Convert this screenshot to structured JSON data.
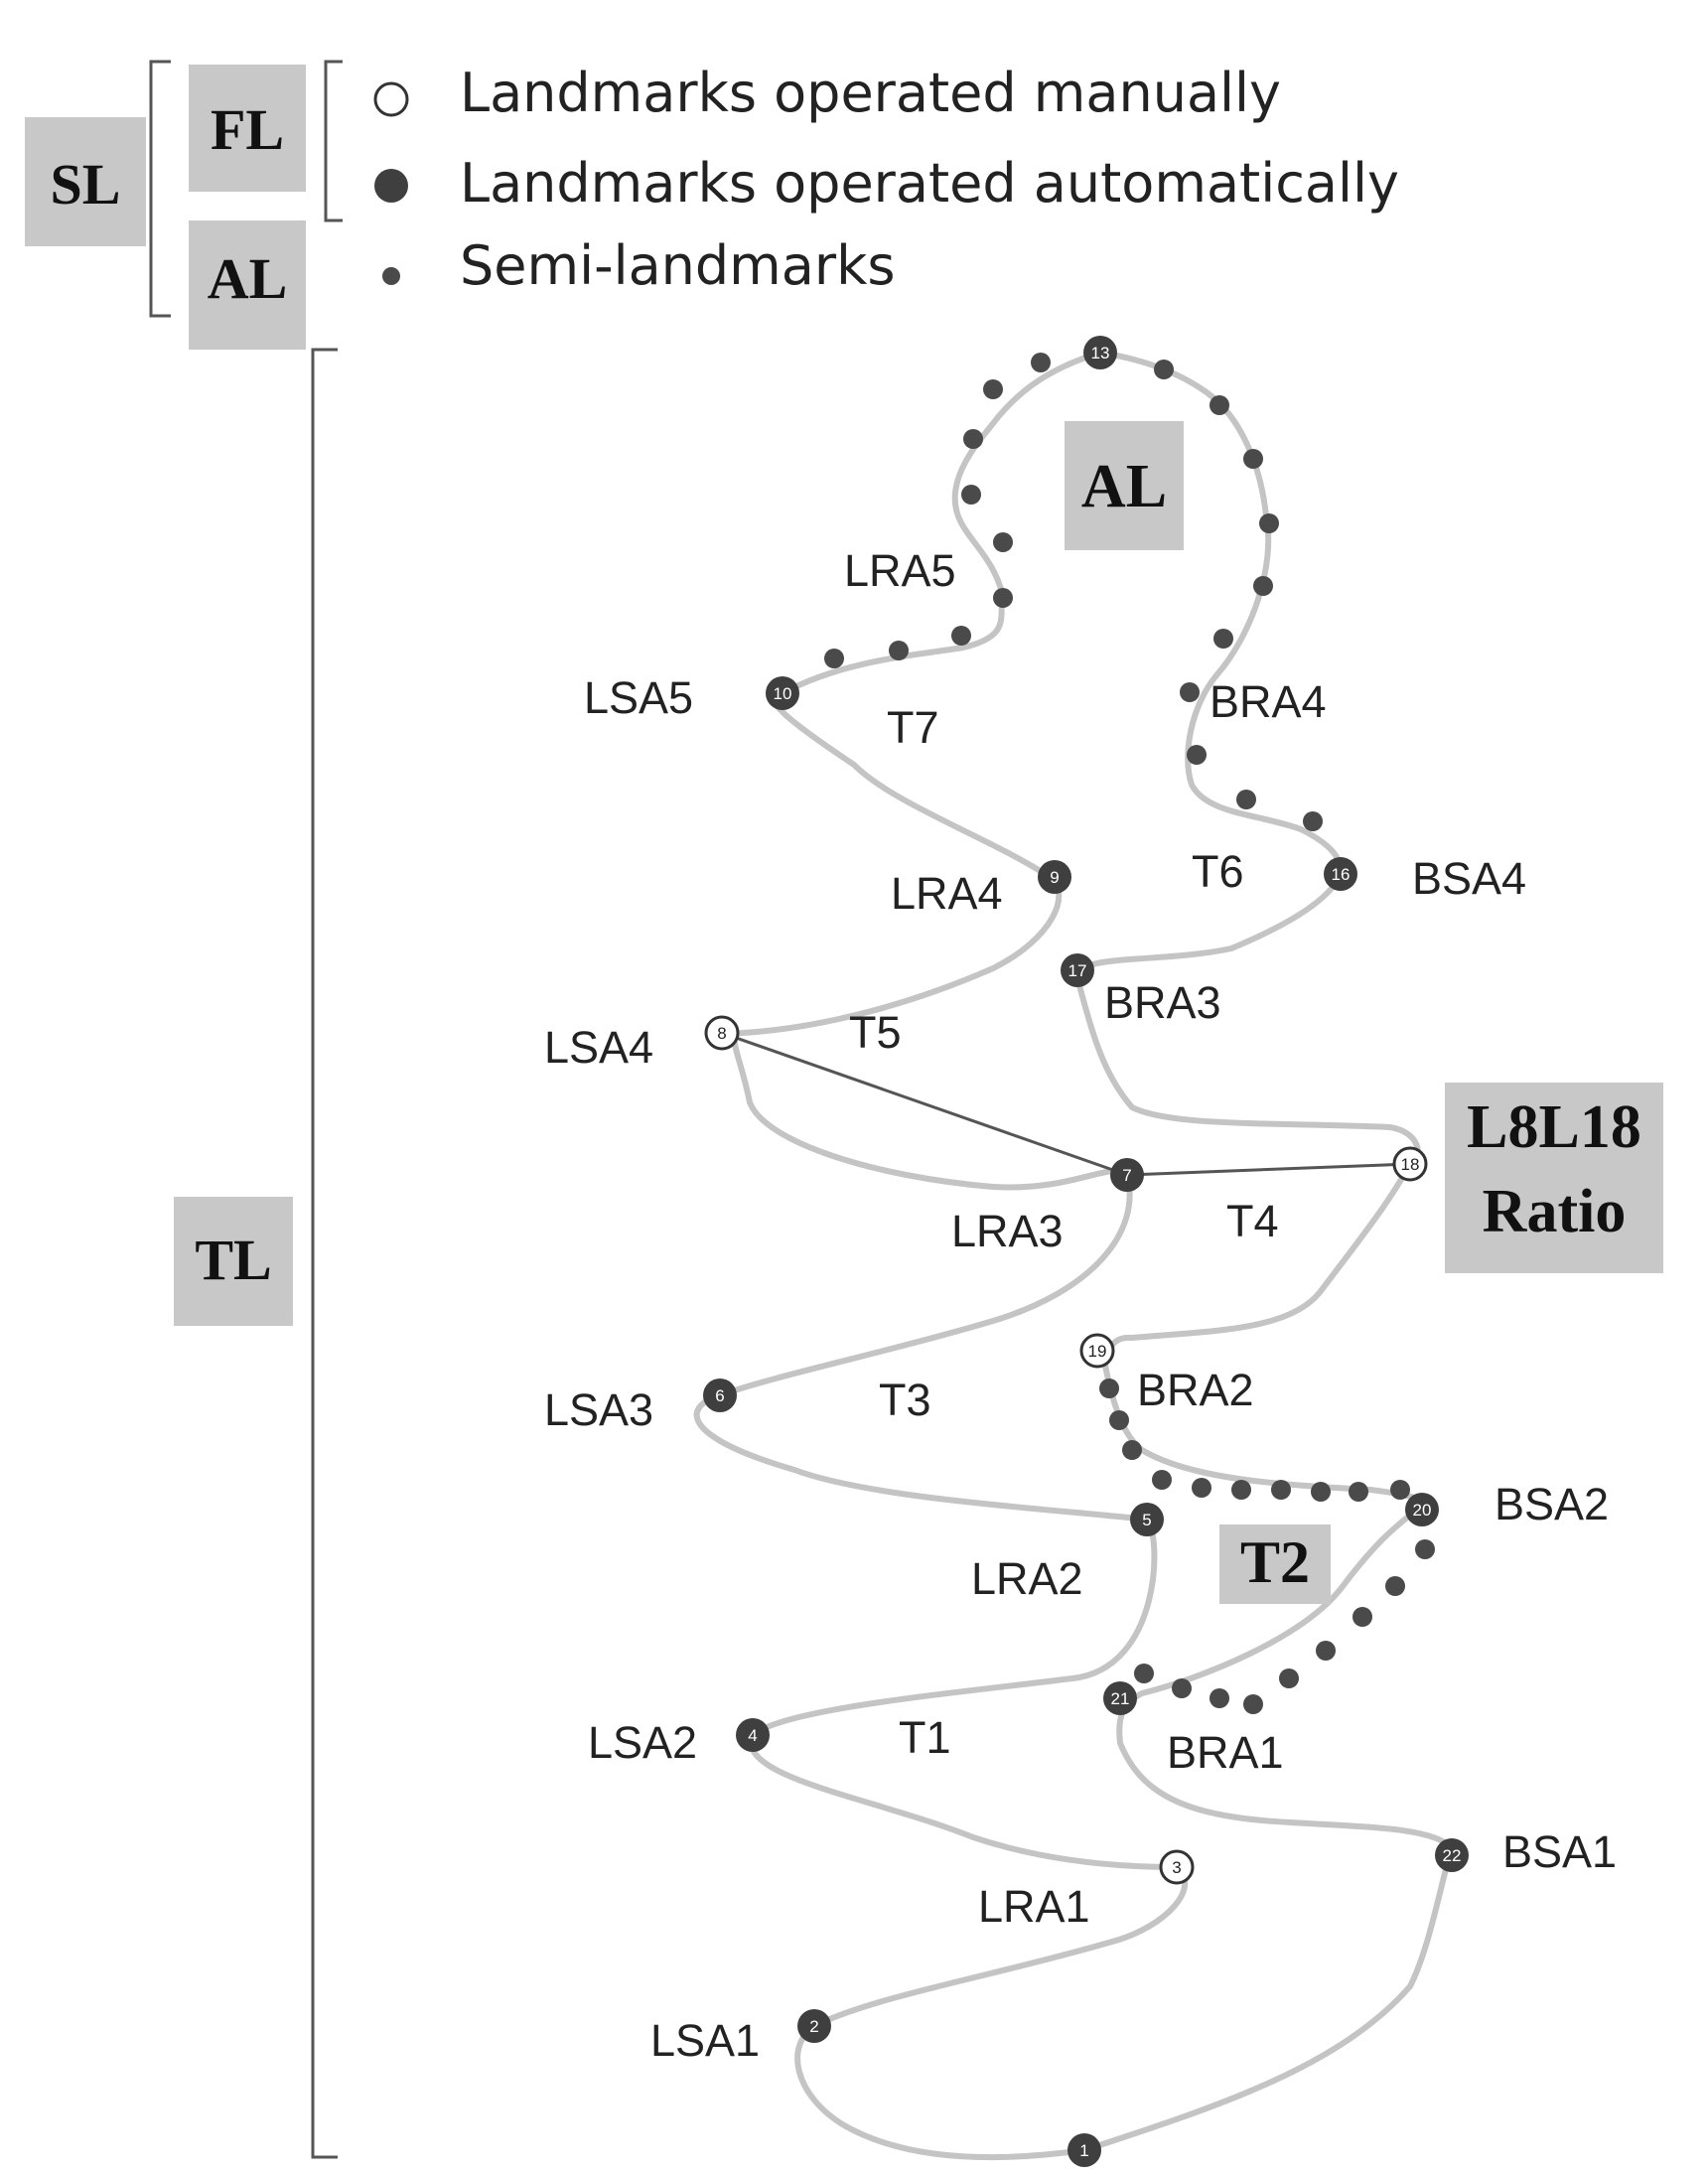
{
  "legend": {
    "manual": "Landmarks operated manually",
    "automatic": "Landmarks operated automatically",
    "semi": "Semi-landmarks"
  },
  "bracket_labels": {
    "sl": "SL",
    "fl": "FL",
    "al": "AL",
    "tl": "TL"
  },
  "overlay_labels": {
    "al": "AL",
    "t2": "T2",
    "ratio_line1": "L8L18",
    "ratio_line2": "Ratio"
  },
  "landmarks": [
    {
      "n": "1",
      "type": "automatic"
    },
    {
      "n": "2",
      "type": "automatic"
    },
    {
      "n": "3",
      "type": "manual"
    },
    {
      "n": "4",
      "type": "automatic"
    },
    {
      "n": "5",
      "type": "automatic"
    },
    {
      "n": "6",
      "type": "automatic"
    },
    {
      "n": "7",
      "type": "automatic"
    },
    {
      "n": "8",
      "type": "manual"
    },
    {
      "n": "9",
      "type": "automatic"
    },
    {
      "n": "10",
      "type": "automatic"
    },
    {
      "n": "13",
      "type": "automatic"
    },
    {
      "n": "16",
      "type": "automatic"
    },
    {
      "n": "17",
      "type": "automatic"
    },
    {
      "n": "18",
      "type": "manual"
    },
    {
      "n": "19",
      "type": "manual"
    },
    {
      "n": "20",
      "type": "automatic"
    },
    {
      "n": "21",
      "type": "automatic"
    },
    {
      "n": "22",
      "type": "automatic"
    }
  ],
  "region_labels": {
    "LSA1": "LSA1",
    "LSA2": "LSA2",
    "LSA3": "LSA3",
    "LSA4": "LSA4",
    "LSA5": "LSA5",
    "LRA1": "LRA1",
    "LRA2": "LRA2",
    "LRA3": "LRA3",
    "LRA4": "LRA4",
    "LRA5": "LRA5",
    "BSA1": "BSA1",
    "BSA2": "BSA2",
    "BSA4": "BSA4",
    "BRA1": "BRA1",
    "BRA2": "BRA2",
    "BRA3": "BRA3",
    "BRA4": "BRA4",
    "T1": "T1",
    "T3": "T3",
    "T4": "T4",
    "T5": "T5",
    "T6": "T6",
    "T7": "T7"
  },
  "colors": {
    "outline": "#c4c4c4",
    "landmark_fill": "#3f3f3f",
    "semi_fill": "#4a4a4a",
    "box_fill": "#c8c8c8",
    "bracket": "#555555",
    "ratio_line": "#555555"
  }
}
